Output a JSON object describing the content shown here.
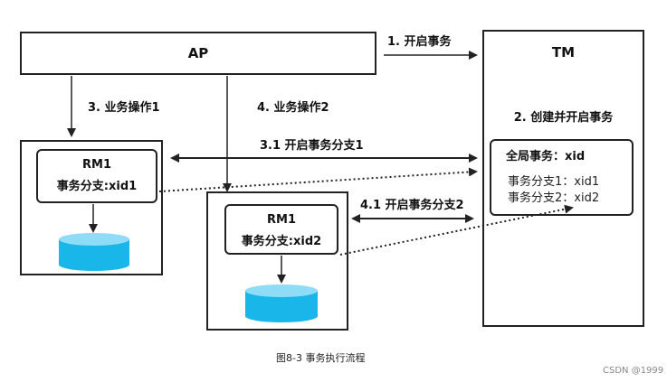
{
  "ap": {
    "label": "AP"
  },
  "tm": {
    "label": "TM",
    "create_label": "2. 创建并开启事务",
    "global_tx": "全局事务：xid",
    "branch1": "事务分支1：xid1",
    "branch2": "事务分支2：xid2"
  },
  "rm_left": {
    "title": "RM1",
    "branch": "事务分支:xid1"
  },
  "rm_middle": {
    "title": "RM1",
    "branch": "事务分支:xid2"
  },
  "arrows": {
    "start_tx": "1. 开启事务",
    "op1": "3. 业务操作1",
    "op2": "4. 业务操作2",
    "branch1": "3.1 开启事务分支1",
    "branch2": "4.1 开启事务分支2"
  },
  "caption": "图8-3 事务执行流程",
  "watermark": "CSDN @1999",
  "colors": {
    "db_fill": "#19b6ea",
    "db_top": "#8fdcf6",
    "border": "#222222"
  }
}
